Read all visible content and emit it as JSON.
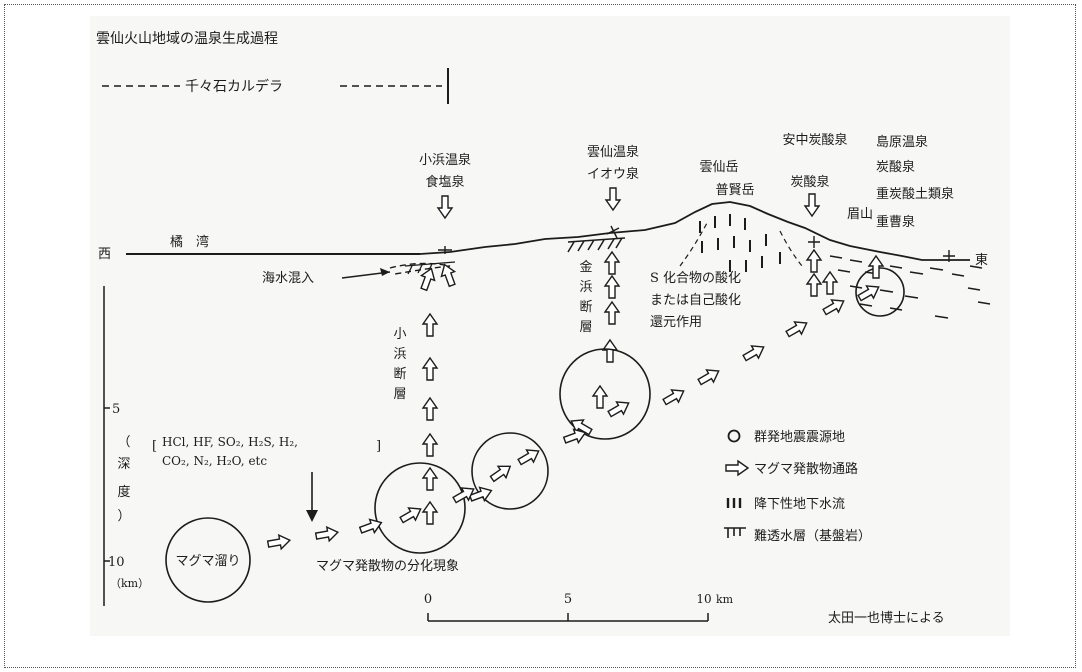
{
  "title": "雲仙火山地域の温泉生成過程",
  "caldera": "千々石カルデラ",
  "labels": {
    "obama_name": "小浜温泉",
    "obama_type": "食塩泉",
    "unzen_name": "雲仙温泉",
    "unzen_type": "イオウ泉",
    "unzendake": "雲仙岳",
    "fugendake": "普賢岳",
    "annaka_name": "安中炭酸泉",
    "annaka_type": "炭酸泉",
    "shimabara_name": "島原温泉",
    "shimabara_t1": "炭酸泉",
    "shimabara_t2": "重炭酸土類泉",
    "shimabara_t3": "重曹泉",
    "mayuyama": "眉山",
    "tachibana": "橘　湾",
    "west": "西",
    "east": "東",
    "seawater": "海水混入",
    "obama_fault_1": "小",
    "obama_fault_2": "浜",
    "obama_fault_3": "断",
    "obama_fault_4": "層",
    "kanahama_1": "金",
    "kanahama_2": "浜",
    "kanahama_3": "断",
    "kanahama_4": "層",
    "oxidation_1": "S 化合物の酸化",
    "oxidation_2": "または自己酸化",
    "oxidation_3": "還元作用",
    "gas_1": "HCl, HF, SO₂, H₂S, H₂,",
    "gas_2": "CO₂, N₂, H₂O, etc",
    "magma": "マグマ溜り",
    "differentiation": "マグマ発散物の分化現象",
    "depth_a": "（",
    "depth_b": "深",
    "depth_c": "度",
    "depth_d": "）",
    "depth_unit": "（km）",
    "credit": "太田一也博士による"
  },
  "depth_ticks": [
    "5",
    "10"
  ],
  "scale": {
    "ticks": [
      "0",
      "5",
      "10"
    ],
    "unit": "km"
  },
  "legend": [
    {
      "icon": "circle-icon",
      "label": "群発地震震源地"
    },
    {
      "icon": "arrow-icon",
      "label": "マグマ発散物通路"
    },
    {
      "icon": "groundwater-icon",
      "label": "降下性地下水流"
    },
    {
      "icon": "impermeable-icon",
      "label": "難透水層（基盤岩）"
    }
  ]
}
